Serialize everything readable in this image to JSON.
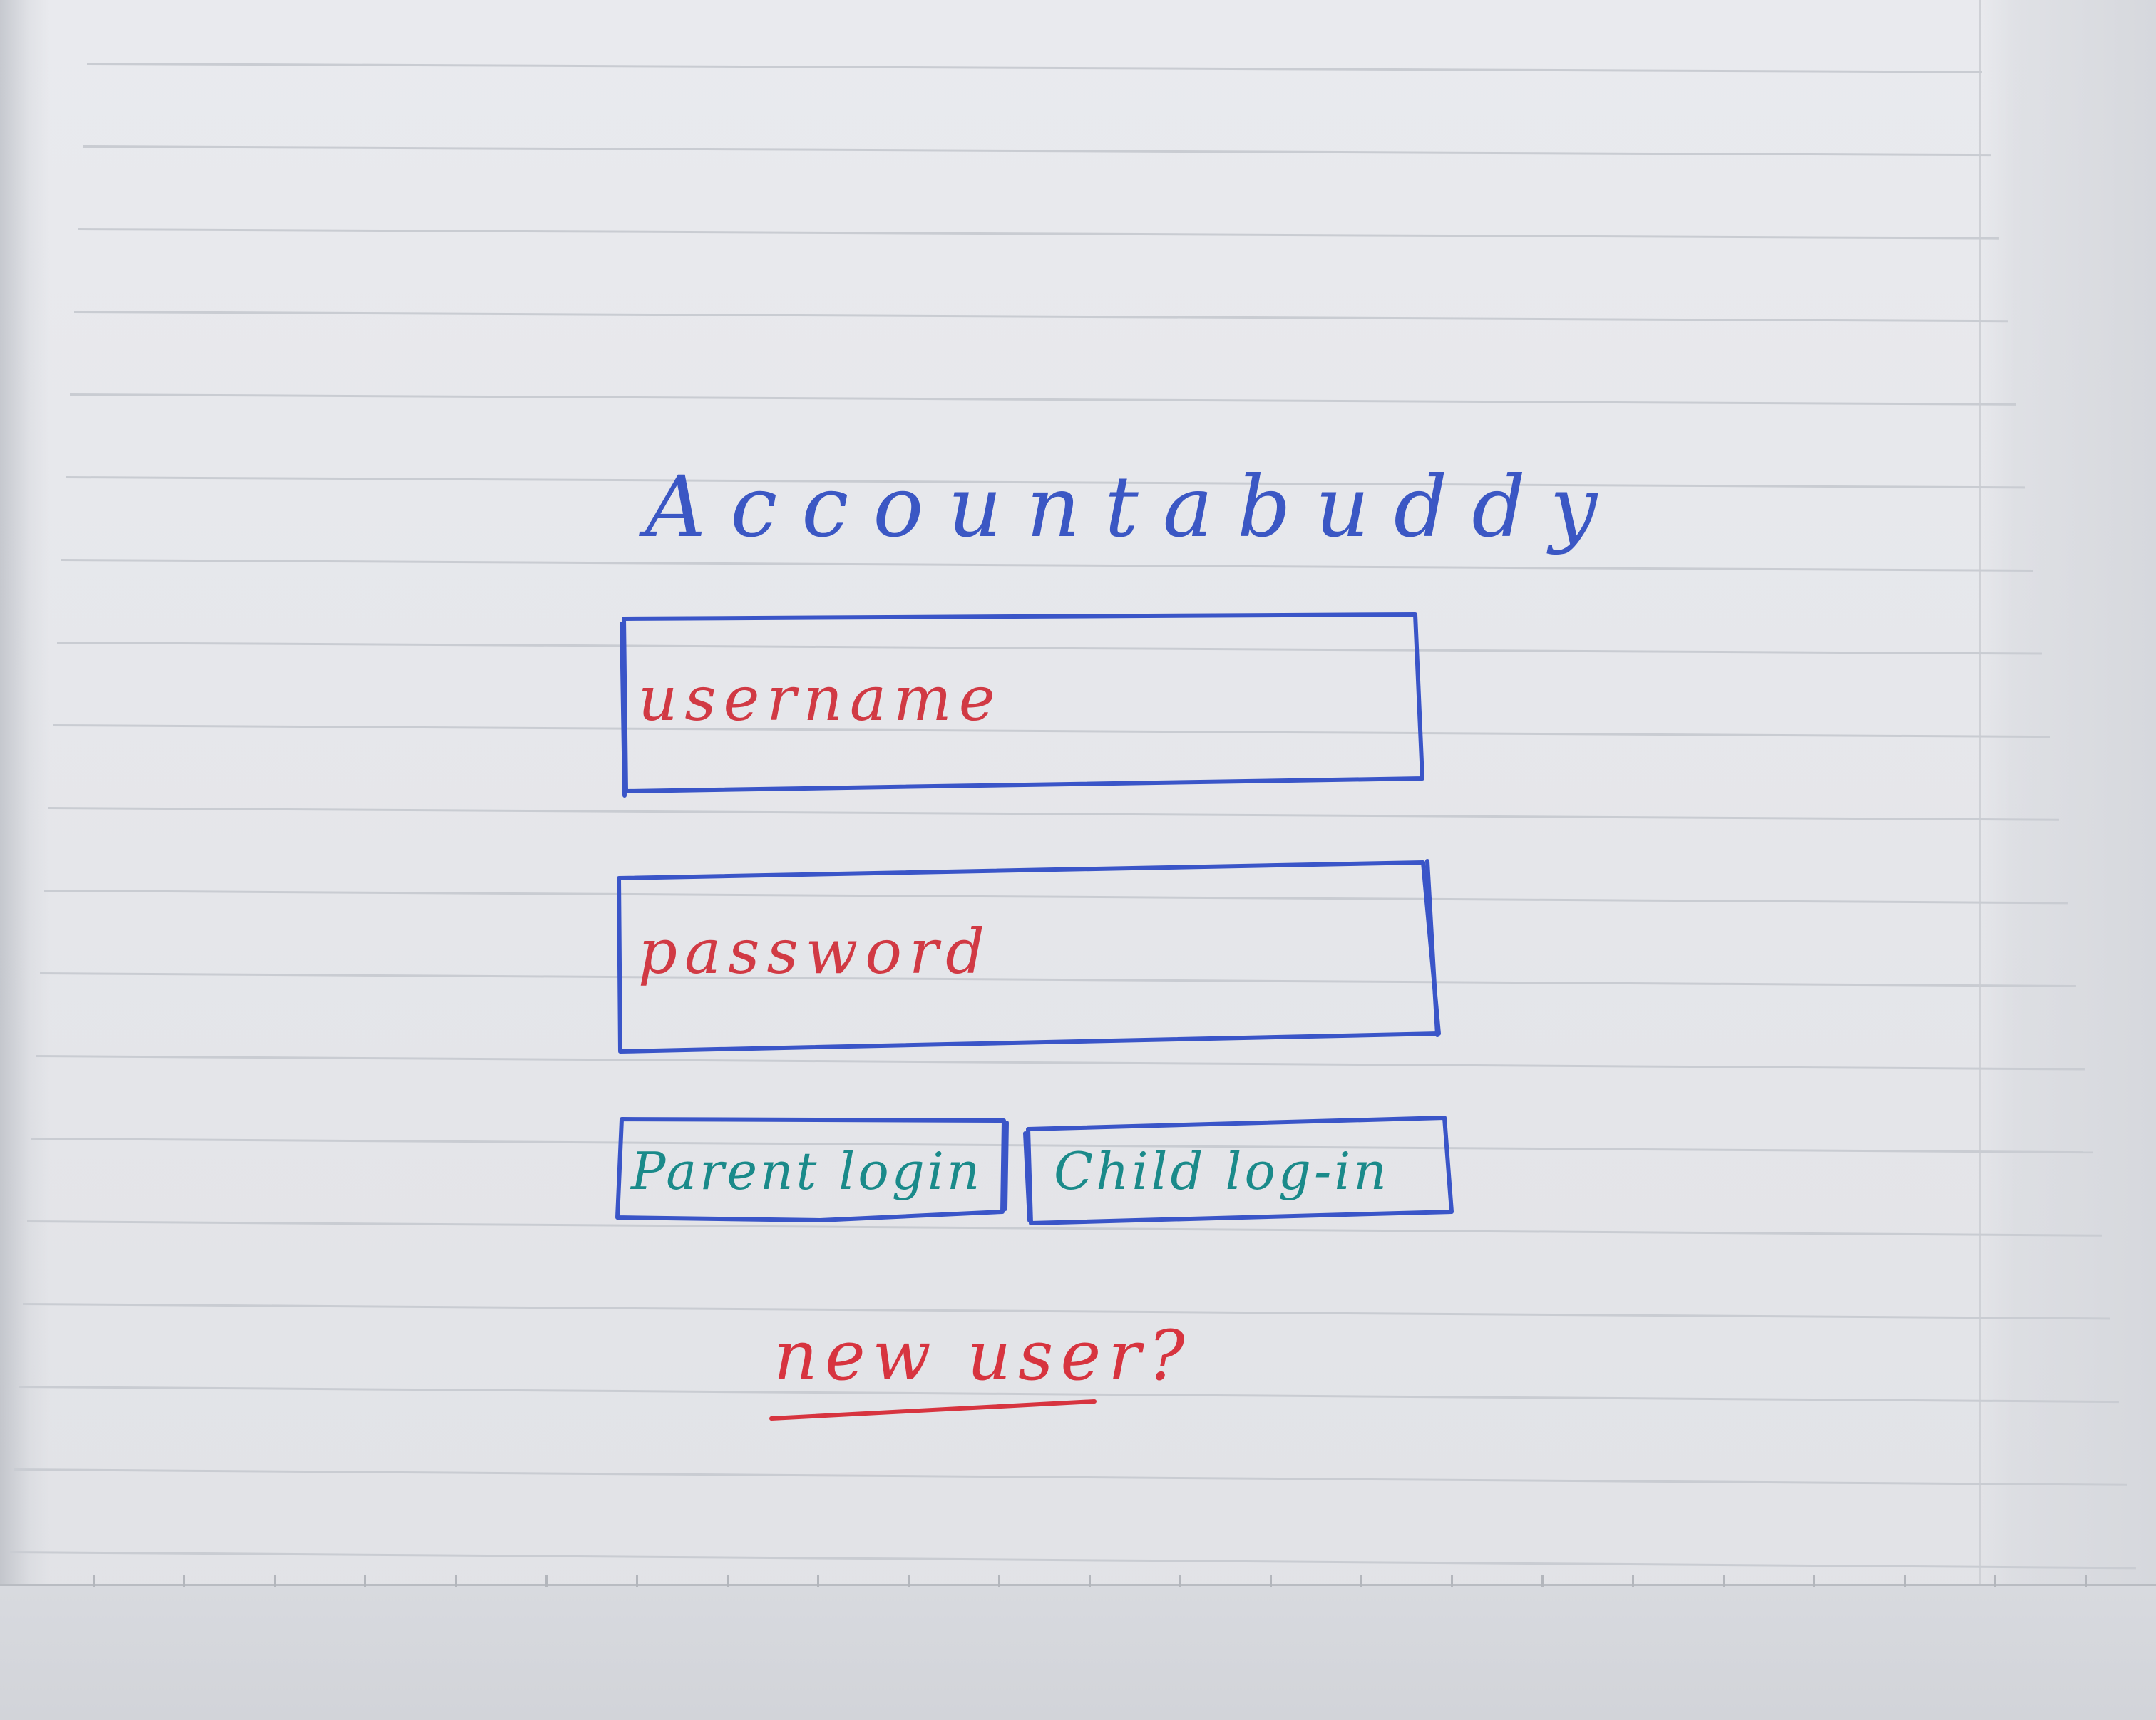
{
  "app": {
    "title": "Accountabuddy"
  },
  "login_form": {
    "username_placeholder": "username",
    "password_placeholder": "password",
    "parent_login_label": "Parent login",
    "child_login_label": "Child log-in",
    "new_user_link": "new user?"
  },
  "colors": {
    "paper": "#e7e8ec",
    "ruled_line": "#c9ccd2",
    "ink_blue": "#3a55c8",
    "ink_red": "#d7343f",
    "ink_teal": "#1a8a8a"
  },
  "icons": {
    "ruler_ticks": "tick-marks"
  }
}
